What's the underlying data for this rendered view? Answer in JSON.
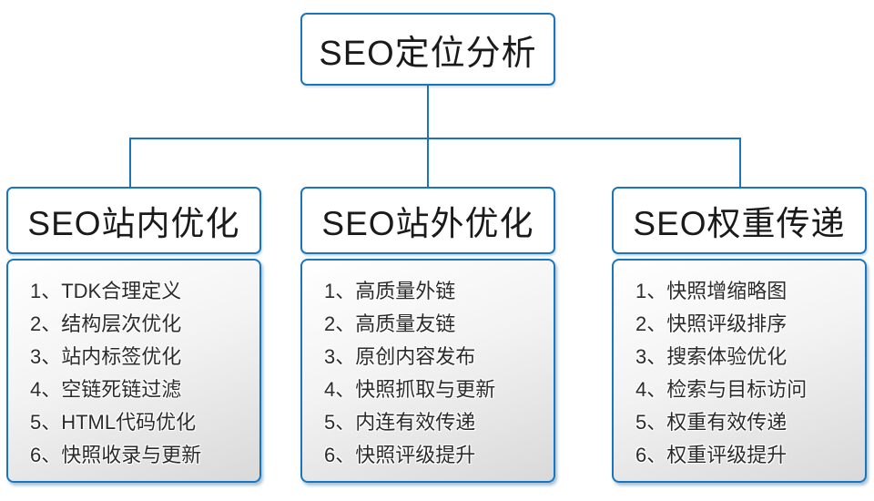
{
  "diagram": {
    "colors": {
      "line_blue": "#1b75bc",
      "box_fill_top": "#ffffff",
      "box_fill_bottom": "#d9d9d9",
      "text_dark": "#1a1a1a"
    },
    "root": {
      "label": "SEO定位分析"
    },
    "branches": [
      {
        "title": "SEO站内优化",
        "items": [
          "1、TDK合理定义",
          "2、结构层次优化",
          "3、站内标签优化",
          "4、空链死链过滤",
          "5、HTML代码优化",
          "6、快照收录与更新"
        ]
      },
      {
        "title": "SEO站外优化",
        "items": [
          "1、高质量外链",
          "2、高质量友链",
          "3、原创内容发布",
          "4、快照抓取与更新",
          "5、内连有效传递",
          "6、快照评级提升"
        ]
      },
      {
        "title": "SEO权重传递",
        "items": [
          "1、快照增缩略图",
          "2、快照评级排序",
          "3、搜索体验优化",
          "4、检索与目标访问",
          "5、权重有效传递",
          "6、权重评级提升"
        ]
      }
    ]
  }
}
